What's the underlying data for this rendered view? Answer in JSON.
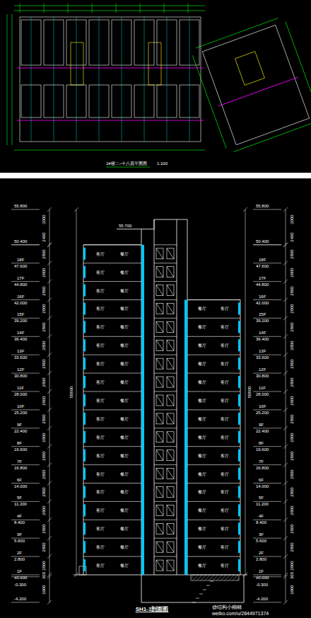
{
  "diagram": {
    "caption": "SH1-1剖面图",
    "labels": [
      "55.800",
      "50.400",
      "18F",
      "47.600",
      "17F",
      "44.800",
      "16F",
      "42.000",
      "15F",
      "39.200",
      "14F",
      "36.400",
      "13F",
      "33.600",
      "12F",
      "30.800",
      "11F",
      "28.000",
      "10F",
      "25.200",
      "9F",
      "22.400",
      "8F",
      "19.600",
      "7F",
      "16.800",
      "6F",
      "14.000",
      "5F",
      "11.200",
      "4F",
      "8.400",
      "3F",
      "5.600",
      "2F",
      "2.800",
      "1F",
      "±0.000",
      "-0.300",
      "-4.200",
      "55.800",
      "50.400",
      "18F",
      "47.600",
      "17F",
      "44.800",
      "16F",
      "42.000",
      "15F",
      "39.200",
      "14F",
      "36.400",
      "13F",
      "33.600",
      "12F",
      "30.800",
      "11F",
      "28.000",
      "10F",
      "25.200",
      "9F",
      "22.400",
      "8F",
      "19.600",
      "7F",
      "16.800",
      "6F",
      "14.000",
      "5F",
      "11.200",
      "4F",
      "8.400",
      "3F",
      "5.600",
      "2F",
      "2.800",
      "1F",
      "±0.000",
      "-0.300",
      "-4.200",
      "3000",
      "2400",
      "2800",
      "2800",
      "2800",
      "2800",
      "2800",
      "2800",
      "2800",
      "2800",
      "2800",
      "2800",
      "2800",
      "2800",
      "2800",
      "2800",
      "2800",
      "2800",
      "2800",
      "2800",
      "300",
      "3900",
      "3000",
      "2400",
      "2800",
      "2800",
      "2800",
      "2800",
      "2800",
      "2800",
      "2800",
      "2800",
      "2800",
      "2800",
      "2800",
      "2800",
      "2800",
      "2800",
      "2800",
      "2800",
      "2800",
      "2800",
      "300",
      "3900",
      "55800",
      "55800",
      "55.700",
      "客厅",
      "餐厅",
      "客厅",
      "餐厅",
      "客厅",
      "餐厅",
      "客厅",
      "餐厅",
      "客厅",
      "餐厅",
      "客厅",
      "餐厅",
      "客厅",
      "餐厅",
      "客厅",
      "餐厅",
      "客厅",
      "餐厅",
      "客厅",
      "餐厅",
      "客厅",
      "餐厅",
      "客厅",
      "餐厅",
      "客厅",
      "餐厅",
      "客厅",
      "餐厅",
      "客厅",
      "餐厅",
      "客厅",
      "餐厅",
      "客厅",
      "餐厅",
      "客厅",
      "餐厅",
      "餐厅",
      "客厅",
      "餐厅",
      "客厅",
      "餐厅",
      "客厅",
      "餐厅",
      "客厅",
      "餐厅",
      "客厅",
      "餐厅",
      "客厅",
      "餐厅",
      "客厅",
      "餐厅",
      "客厅",
      "餐厅",
      "客厅",
      "餐厅",
      "客厅",
      "餐厅",
      "客厅",
      "餐厅",
      "客厅",
      "餐厅",
      "客厅",
      "餐厅",
      "客厅",
      "餐厅",
      "客厅",
      "1#楼二~十八层平面图",
      "1:100",
      "@结构小糊精",
      "weibo.com/u/2844971374"
    ]
  }
}
